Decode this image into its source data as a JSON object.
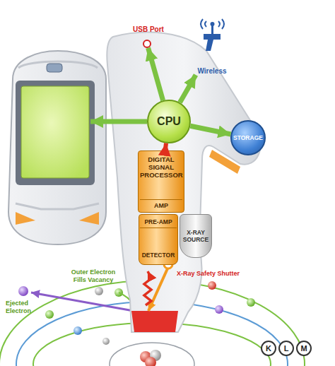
{
  "diagram": {
    "nodes": [
      {
        "text": [
          "USB Port"
        ]
      },
      {
        "text": [
          "Wireless"
        ]
      },
      {
        "text": [
          "CPU"
        ]
      },
      {
        "text": [
          "STORAGE"
        ]
      },
      {
        "text": [
          "DIGITAL SIGNAL PROCESSOR",
          "AMP"
        ]
      },
      {
        "text": [
          "PRE-AMP",
          "DETECTOR"
        ]
      },
      {
        "text": [
          "X-RAY SOURCE"
        ]
      },
      {
        "text": [
          "K"
        ]
      },
      {
        "text": [
          "L"
        ]
      },
      {
        "text": [
          "M"
        ]
      }
    ],
    "edges": [
      {
        "from": 2,
        "to": 0,
        "arrow": "to"
      },
      {
        "from": 2,
        "to": 1,
        "arrow": "to"
      },
      {
        "from": 2,
        "to": 3,
        "arrow": "to"
      },
      {
        "from": 4,
        "to": 2,
        "arrow": "to"
      }
    ],
    "labels": [
      "X-Ray Safety Shutter",
      "Outer Electron Fills Vacancy",
      "Ejected Electron"
    ]
  }
}
